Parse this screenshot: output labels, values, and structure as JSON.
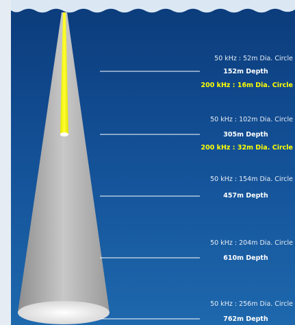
{
  "colors": {
    "background": "#e6ecf4",
    "water_top": "#0a3a78",
    "water_bottom": "#1b63a8",
    "surface_foam": "#dbe8f4",
    "cone_wide": "#bdbdbd",
    "cone_narrow": "#ffff00",
    "footprint": "#f0f0f0",
    "label_white": "#e8eef6",
    "label_yellow": "#ffff00",
    "depth_line": "#ffffff"
  },
  "beams": [
    {
      "label_50khz": "50 kHz : 52m Dia. Circle",
      "depth": "152m Depth",
      "label_200khz": "200 kHz : 16m Dia. Circle"
    },
    {
      "label_50khz": "50 kHz : 102m Dia. Circle",
      "depth": "305m Depth",
      "label_200khz": "200 kHz : 32m Dia. Circle"
    },
    {
      "label_50khz": "50 kHz : 154m Dia. Circle",
      "depth": "457m Depth"
    },
    {
      "label_50khz": "50 kHz : 204m Dia. Circle",
      "depth": "610m Depth"
    },
    {
      "label_50khz": "50 kHz : 256m Dia. Circle",
      "depth": "762m Depth"
    }
  ]
}
